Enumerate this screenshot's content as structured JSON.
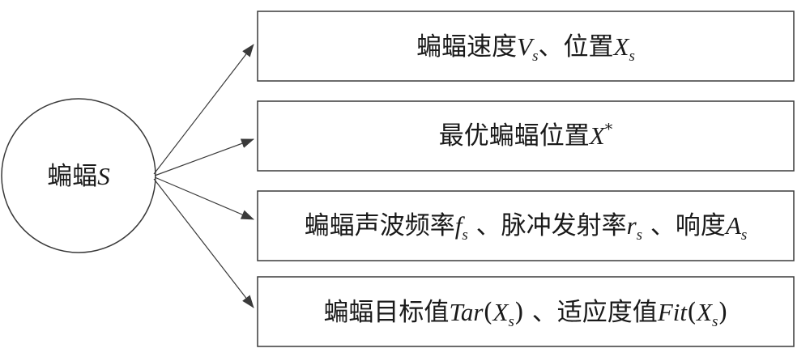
{
  "center_node": {
    "label": "蝙蝠",
    "symbol": "S"
  },
  "boxes": [
    {
      "parts": [
        {
          "text": "蝙蝠速度"
        },
        {
          "text": "V",
          "style": "math"
        },
        {
          "text": "s",
          "style": "sub"
        },
        {
          "text": "、位置"
        },
        {
          "text": "X",
          "style": "math"
        },
        {
          "text": "s",
          "style": "sub"
        }
      ]
    },
    {
      "parts": [
        {
          "text": "最优蝙蝠位置"
        },
        {
          "text": "X",
          "style": "math"
        },
        {
          "text": "*",
          "style": "sup"
        }
      ]
    },
    {
      "parts": [
        {
          "text": "蝙蝠声波频率"
        },
        {
          "text": "f",
          "style": "math"
        },
        {
          "text": "s",
          "style": "sub"
        },
        {
          "text": " 、脉冲发射率"
        },
        {
          "text": "r",
          "style": "math"
        },
        {
          "text": "s",
          "style": "sub"
        },
        {
          "text": " 、响度"
        },
        {
          "text": "A",
          "style": "math"
        },
        {
          "text": "s",
          "style": "sub"
        }
      ]
    },
    {
      "parts": [
        {
          "text": "蝙蝠目标值"
        },
        {
          "text": "Tar",
          "style": "math"
        },
        {
          "text": "("
        },
        {
          "text": "X",
          "style": "math"
        },
        {
          "text": "s",
          "style": "sub"
        },
        {
          "text": ") 、适应度值"
        },
        {
          "text": "Fit",
          "style": "math"
        },
        {
          "text": "("
        },
        {
          "text": "X",
          "style": "math"
        },
        {
          "text": "s",
          "style": "sub"
        },
        {
          "text": ")"
        }
      ]
    }
  ]
}
